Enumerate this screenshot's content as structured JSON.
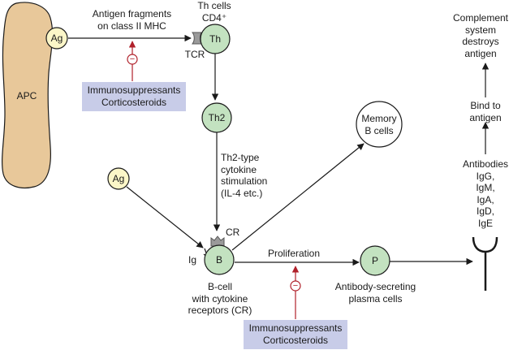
{
  "nodes": {
    "apc": "APC",
    "ag_top": "Ag",
    "th": "Th",
    "th2": "Th2",
    "ag_lower": "Ag",
    "b": "B",
    "p": "P",
    "memory": [
      "Memory",
      "B cells"
    ]
  },
  "labels": {
    "antigen_fragments": [
      "Antigen fragments",
      "on class II MHC"
    ],
    "th_cells": [
      "Th cells",
      "CD4⁺"
    ],
    "tcr": "TCR",
    "th2_cytokine": [
      "Th2-type",
      "cytokine",
      "stimulation",
      "(IL-4 etc.)"
    ],
    "cr": "CR",
    "ig": "Ig",
    "b_cell": [
      "B-cell",
      "with cytokine",
      "receptors (CR)"
    ],
    "proliferation": "Proliferation",
    "plasma_cells": [
      "Antibody-secreting",
      "plasma cells"
    ],
    "antibodies": [
      "Antibodies",
      "IgG,",
      "IgM,",
      "IgA,",
      "IgD,",
      "IgE"
    ],
    "bind": [
      "Bind to",
      "antigen"
    ],
    "complement": [
      "Complement",
      "system",
      "destroys",
      "antigen"
    ]
  },
  "boxes": {
    "top": [
      "Immunosuppressants",
      "Corticosteroids"
    ],
    "bottom": [
      "Immunosuppressants",
      "Corticosteroids"
    ]
  },
  "inhibit_symbol": "−",
  "colors": {
    "apc_fill": "#e8c89a",
    "ag_fill": "#fbf6c8",
    "cell_fill": "#c3e2c0",
    "box_fill": "#c8cce8",
    "inhibit": "#b0202a",
    "line": "#1a1a1a"
  }
}
